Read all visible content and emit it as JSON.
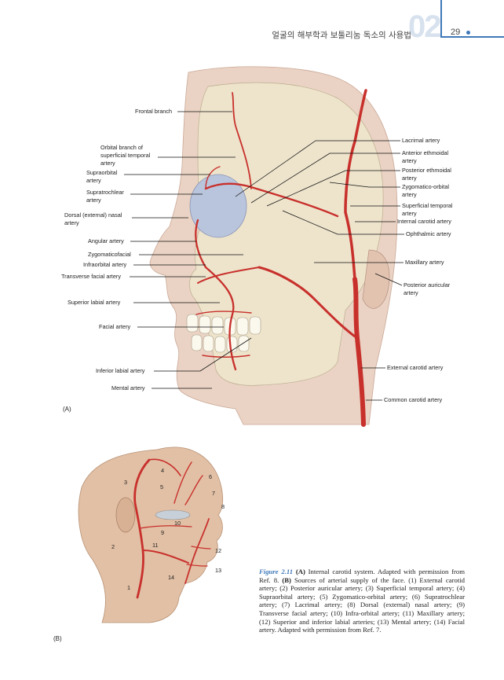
{
  "header": {
    "title": "얼굴의 해부학과 보툴리눔 독소의 사용법",
    "chapter": "02",
    "page": "29"
  },
  "figure_a": {
    "panel": "(A)",
    "labels_left": [
      "Frontal branch",
      "Orbital branch of",
      "superficial temporal",
      "artery",
      "Supraorbital",
      "artery",
      "Supratrochlear",
      "artery",
      "Dorsal (external) nasal",
      "artery",
      "Angular artery",
      "Zygomaticofacial",
      "Infraorbital artery",
      "Transverse facial artery",
      "Superior labial artery",
      "Facial artery",
      "Inferior labial artery",
      "Mental artery"
    ],
    "labels_right": [
      "Lacrimal artery",
      "Anterior ethmoidal",
      "artery",
      "Posterior ethmoidal",
      "artery",
      "Zygomatico-orbital",
      "artery",
      "Superficial temporal",
      "artery",
      "Internal carotid artery",
      "Ophthalmic artery",
      "Maxillary artery",
      "Posterior auricular",
      "artery",
      "External carotid artery",
      "Common carotid artery"
    ]
  },
  "figure_b": {
    "panel": "(B)",
    "numbers": [
      "1",
      "2",
      "3",
      "4",
      "5",
      "6",
      "7",
      "8",
      "9",
      "10",
      "11",
      "12",
      "13",
      "14"
    ]
  },
  "caption": {
    "fig_label": "Figure 2.11",
    "part_a": "(A)",
    "text_a": " Internal carotid system. Adapted with permission from Ref. 8. ",
    "part_b": "(B)",
    "text_b": " Sources of arterial supply of the face. (1) External carotid artery; (2) Posterior auricular artery; (3) Superficial temporal artery; (4) Supraorbital artery; (5) Zygomatico-orbital artery; (6) Supratrochlear artery; (7) Lacrimal artery; (8) Dorsal (external) nasal artery; (9) Transverse facial artery; (10) Infra-orbital artery; (11) Maxillary artery; (12) Superior and inferior labial arteries; (13) Mental artery; (14) Facial artery. Adapted with permission from Ref. 7."
  },
  "colors": {
    "accent": "#3f78b8",
    "artery": "#c8302c",
    "skin": "#e9d2c3",
    "bone": "#ece3c8"
  }
}
